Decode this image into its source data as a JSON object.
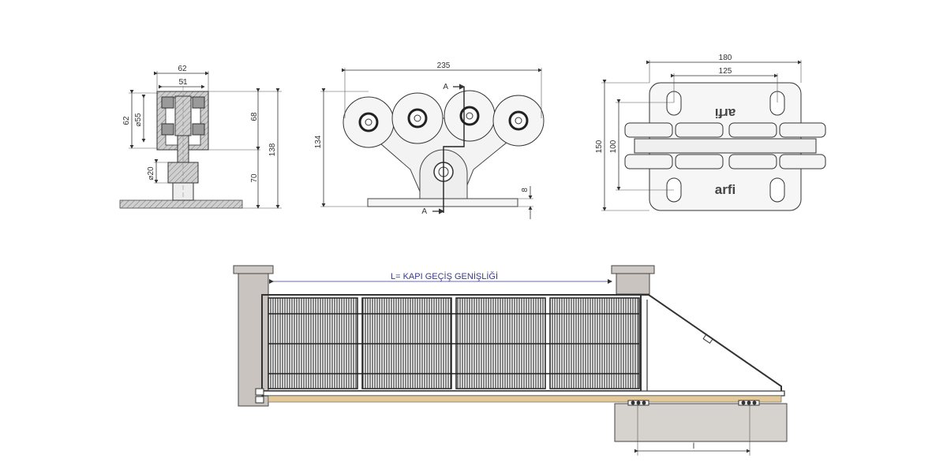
{
  "side_view": {
    "dim_width_outer": "62",
    "dim_width_inner": "51",
    "dim_height_left": "62",
    "dim_diameter_wheel": "⌀55",
    "dim_height_right": "68",
    "dim_total": "138",
    "dim_shaft": "⌀20",
    "dim_lower": "70"
  },
  "front_view": {
    "dim_width": "235",
    "dim_height": "134",
    "dim_plate": "8",
    "section_label_top": "A",
    "section_label_bottom": "A"
  },
  "top_view": {
    "dim_width_outer": "180",
    "dim_width_inner": "125",
    "dim_height_outer": "150",
    "dim_height_inner": "100",
    "logo_top": "arfi",
    "logo_bottom": "arfi"
  },
  "gate": {
    "width_label": "L= KAPI GEÇİŞ GENİŞLİĞİ",
    "roller_span_label": "l"
  },
  "colors": {
    "line": "#333333",
    "part_fill": "#f1f1f1",
    "hatch": "#8a8a8a",
    "pillar": "#c9c4bf",
    "rail": "#e3c99a",
    "dim_blue": "#6a6aa8"
  }
}
